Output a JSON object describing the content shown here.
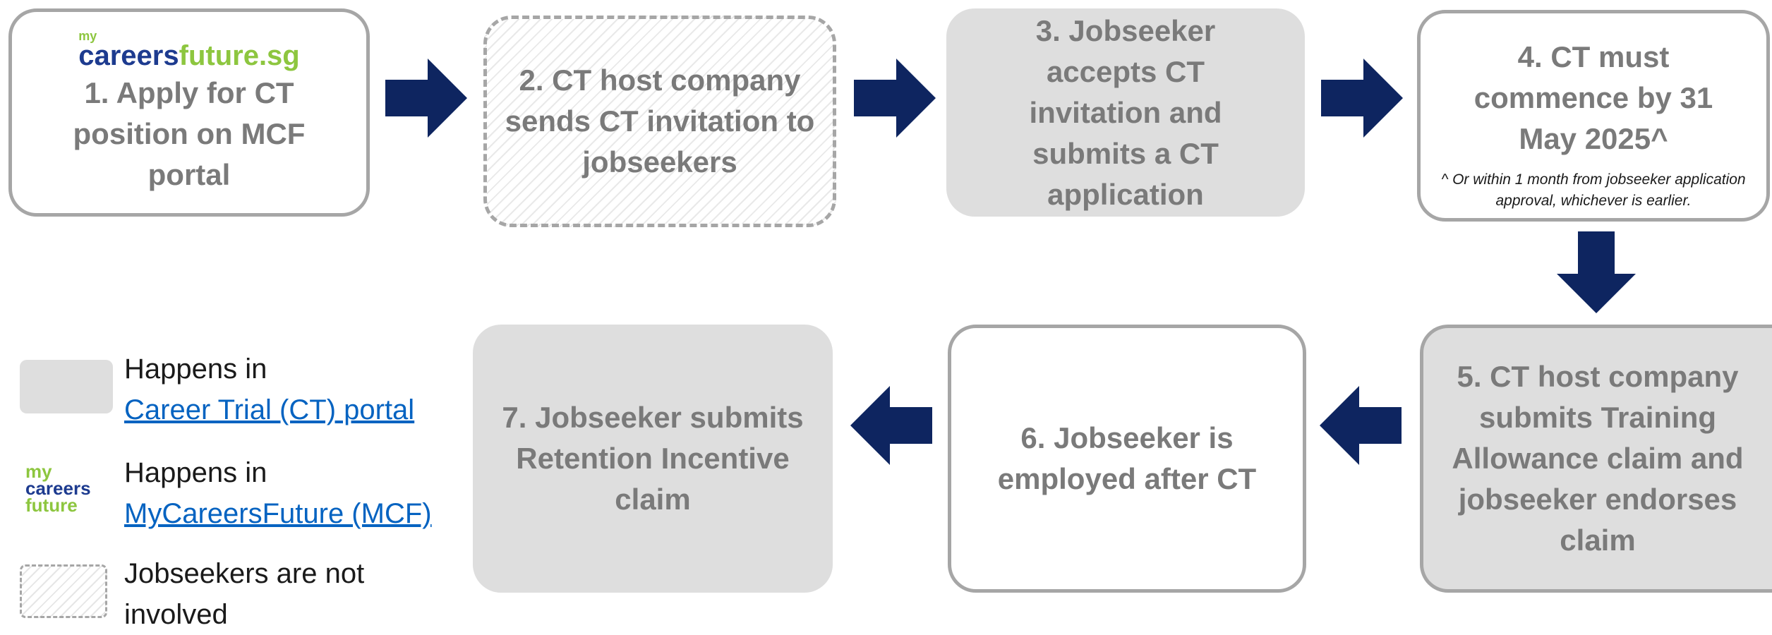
{
  "steps": [
    {
      "id": 1,
      "text": "1. Apply for CT position on MCF portal",
      "logo": {
        "my": "my",
        "careers": "careers",
        "future": "future.sg"
      }
    },
    {
      "id": 2,
      "text": "2. CT host company sends CT invitation to jobseekers"
    },
    {
      "id": 3,
      "text": "3. Jobseeker accepts CT invitation and submits a CT application"
    },
    {
      "id": 4,
      "text": "4. CT must commence by 31 May 2025^",
      "note": "^ Or within 1 month from jobseeker application approval, whichever is earlier."
    },
    {
      "id": 5,
      "text": "5. CT host company submits Training Allowance claim and jobseeker endorses claim"
    },
    {
      "id": 6,
      "text": "6. Jobseeker is employed after CT"
    },
    {
      "id": 7,
      "text": "7. Jobseeker submits Retention Incentive claim"
    }
  ],
  "legend": {
    "ct_portal": {
      "text": "Happens in",
      "link": "Career Trial (CT) portal"
    },
    "mcf": {
      "text": "Happens in",
      "link": "MyCareersFuture (MCF)",
      "logo": [
        "my",
        "careers",
        "future"
      ]
    },
    "not_involved": {
      "text": "Jobseekers are not involved"
    }
  },
  "colors": {
    "arrow": "#0e2560",
    "grey_box": "#dedede",
    "border": "#a6a6a6",
    "text": "#7a7a7a",
    "link": "#0563c1"
  },
  "icons": {
    "flow_arrow": "block-arrow-icon"
  }
}
